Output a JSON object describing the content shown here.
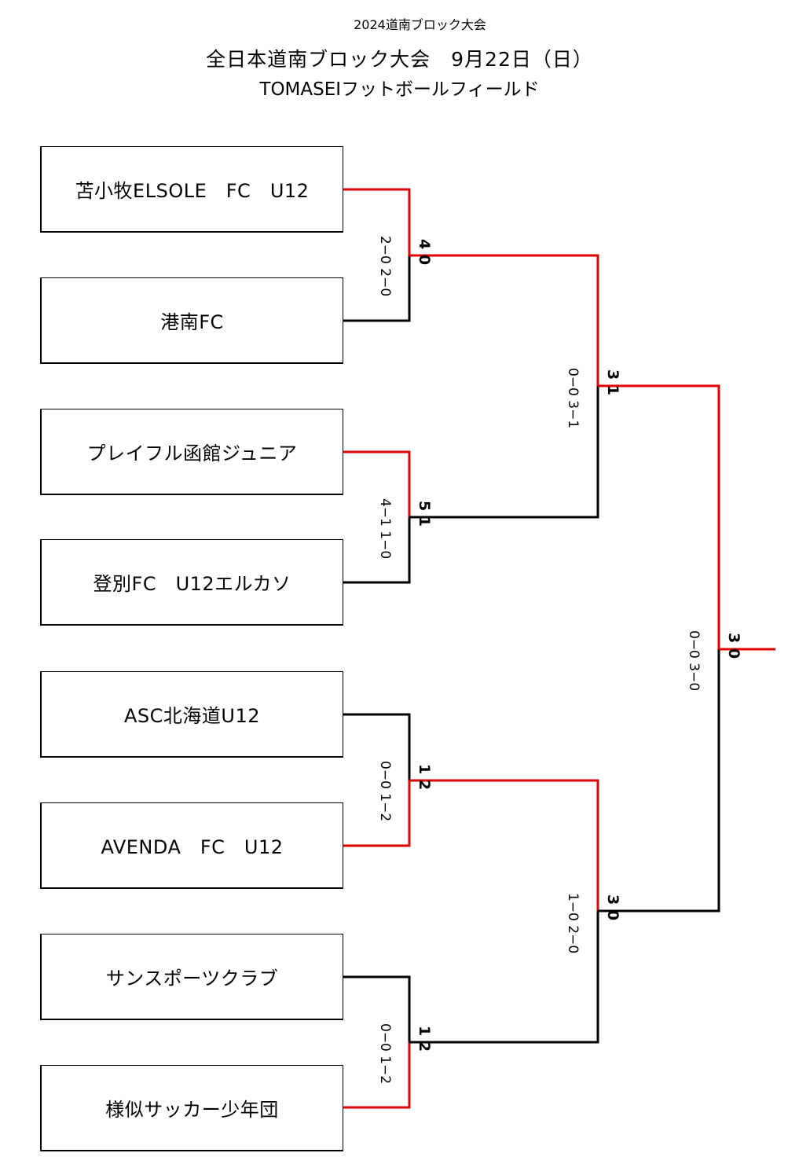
{
  "header": {
    "subtitle": "2024道南ブロック大会",
    "title": "全日本道南ブロック大会　9月22日（日）",
    "venue": "TOMASEIフットボールフィールド"
  },
  "teams": [
    "苫小牧ELSOLE　FC　U12",
    "港南FC",
    "プレイフル函館ジュニア",
    "登別FC　U12エルカソ",
    "ASC北海道U12",
    "AVENDA　FC　U12",
    "サンスポーツクラブ",
    "様似サッカー少年団"
  ],
  "matches": {
    "m1": {
      "score": "4 0",
      "halves": "2−0 2−0"
    },
    "m2": {
      "score": "5 1",
      "halves": "4−1 1−0"
    },
    "m3": {
      "score": "1 2",
      "halves": "0−0 1−2"
    },
    "m4": {
      "score": "1 2",
      "halves": "0−0 1−2"
    },
    "semi1": {
      "score": "3 1",
      "halves": "0−0 3−1"
    },
    "semi2": {
      "score": "3 0",
      "halves": "1−0 2−0"
    },
    "final": {
      "score": "3 0",
      "halves": "0−0 3−0"
    }
  },
  "colors": {
    "winner_line": "#e00000",
    "loser_line": "#000000"
  }
}
